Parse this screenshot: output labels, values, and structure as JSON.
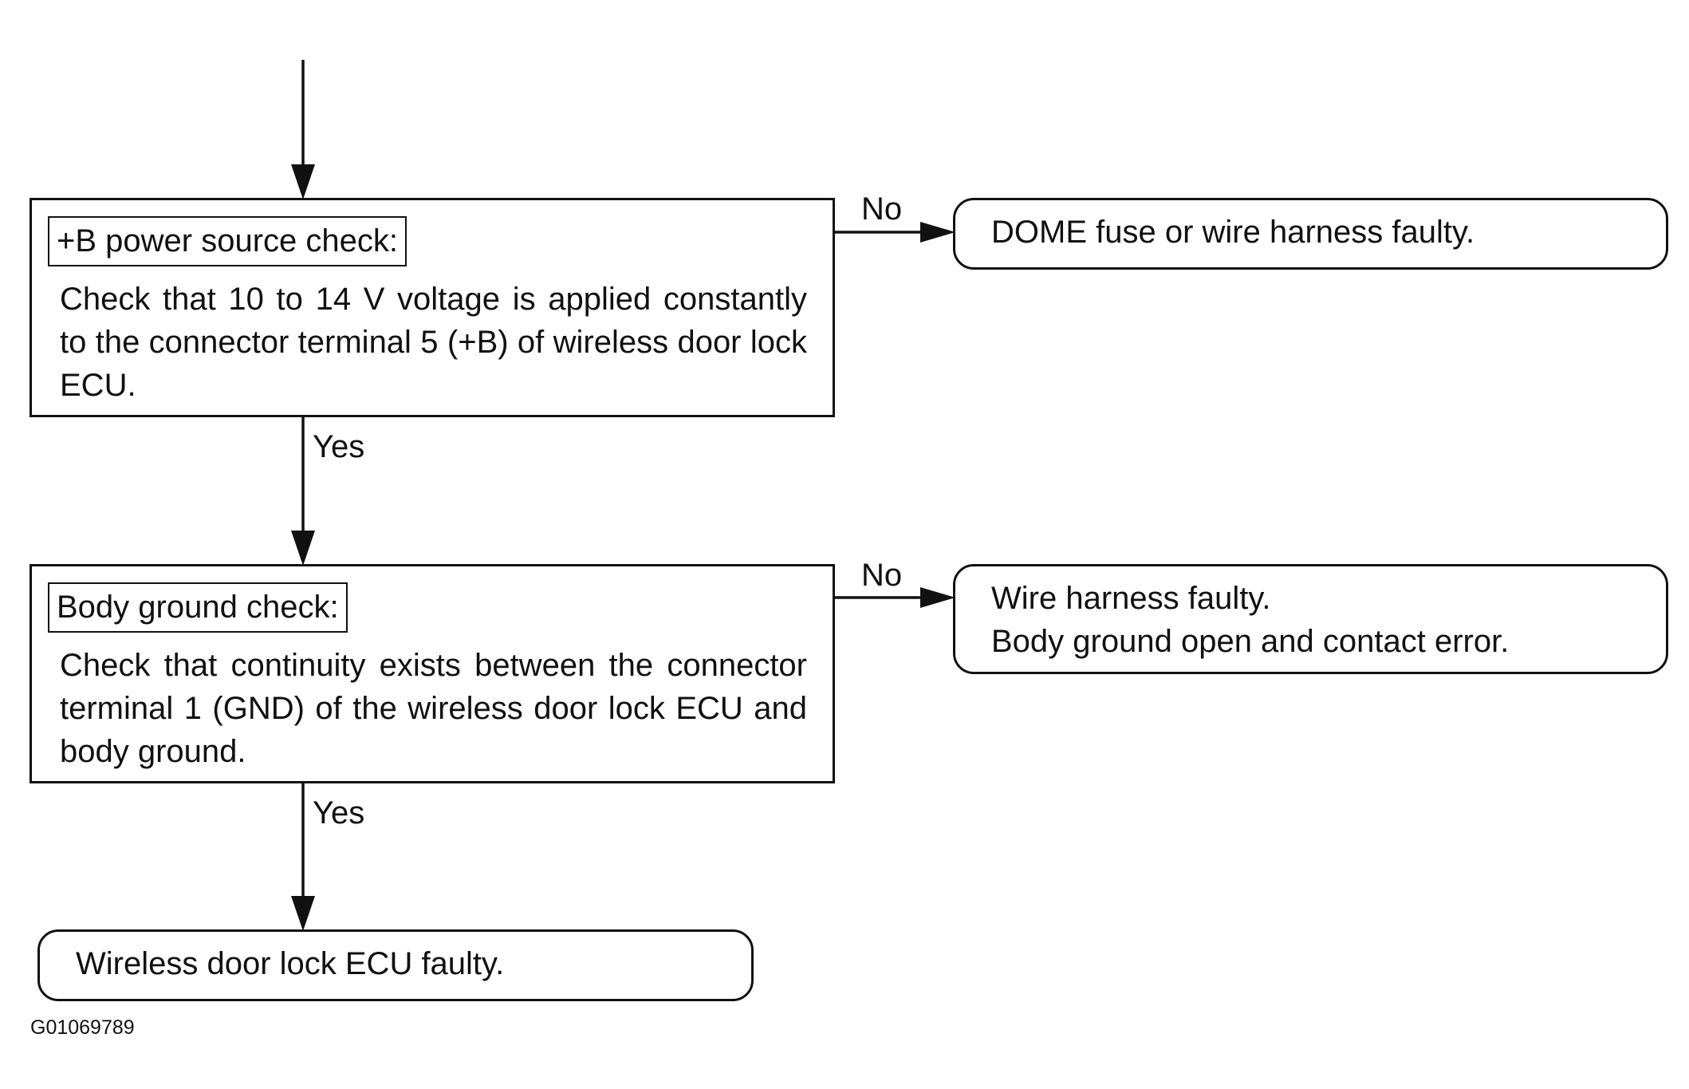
{
  "steps": [
    {
      "heading": "+B power source check:",
      "body": "Check that 10 to 14 V voltage is applied constantly to the connector terminal 5 (+B) of wireless door lock ECU.",
      "no_label": "No",
      "yes_label": "Yes",
      "no_result": [
        "DOME fuse or wire harness faulty."
      ]
    },
    {
      "heading": "Body ground check:",
      "body": "Check that continuity exists between the connector terminal 1 (GND) of the wireless door lock ECU and body ground.",
      "no_label": "No",
      "yes_label": "Yes",
      "no_result": [
        "Wire harness faulty.",
        "Body ground open and contact error."
      ]
    }
  ],
  "final_result": "Wireless door lock ECU faulty.",
  "figure_id": "G01069789"
}
